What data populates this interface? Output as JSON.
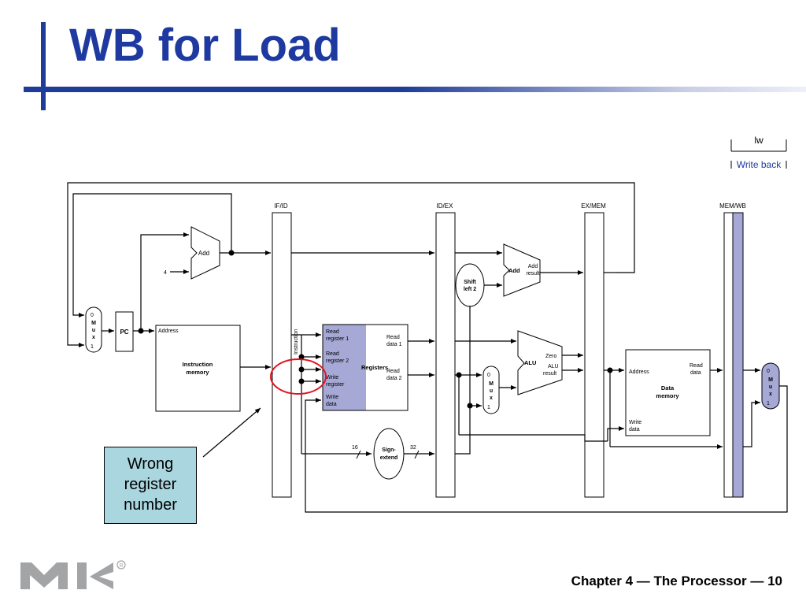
{
  "slide": {
    "title": "WB for Load",
    "footer": "Chapter 4 — The Processor — 10"
  },
  "callout": {
    "lines": [
      "Wrong",
      "register",
      "number"
    ]
  },
  "legend": {
    "instruction": "lw",
    "stage": "Write back"
  },
  "pipeline_registers": [
    "IF/ID",
    "ID/EX",
    "EX/MEM",
    "MEM/WB"
  ],
  "datapath": {
    "pc": "PC",
    "mux_top": "0",
    "mux_m": "M",
    "mux_u": "u",
    "mux_x": "x",
    "mux_bottom": "1",
    "add": "Add",
    "four": "4",
    "address": "Address",
    "instruction_memory": [
      "Instruction",
      "memory"
    ],
    "instruction_vertical": "Instruction",
    "read_register_1": [
      "Read",
      "register 1"
    ],
    "read_register_2": [
      "Read",
      "register 2"
    ],
    "write_register": [
      "Write",
      "register"
    ],
    "write_data": [
      "Write",
      "data"
    ],
    "registers": "Registers",
    "read_data_1": [
      "Read",
      "data 1"
    ],
    "read_data_2": [
      "Read",
      "data 2"
    ],
    "shift_left_2": [
      "Shift",
      "left 2"
    ],
    "add_result": [
      "Add",
      "result"
    ],
    "alu": "ALU",
    "zero": "Zero",
    "alu_result": [
      "ALU",
      "result"
    ],
    "sixteen": "16",
    "thirtytwo": "32",
    "sign_extend": [
      "Sign-",
      "extend"
    ],
    "data_memory": [
      "Data",
      "memory"
    ],
    "read_data": [
      "Read",
      "data"
    ]
  },
  "colors": {
    "title": "#1e3aa0",
    "accent_bar": "#1f3c9a",
    "highlight": "#a6a9d6",
    "callout_fill": "#a9d6df",
    "ellipse": "#e0141e"
  }
}
